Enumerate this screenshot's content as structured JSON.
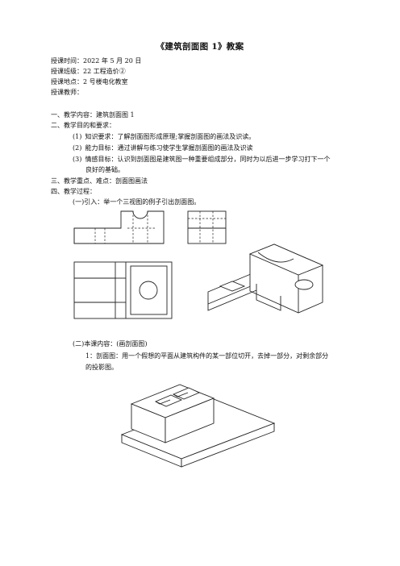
{
  "document": {
    "title": "《建筑剖面图 1》教案",
    "meta": [
      "授课时间：2022 年 5 月 20 日",
      "授课班级：22 工程造价②",
      "授课地点：2 号楼电化教室",
      "授课教师："
    ],
    "sections": {
      "s1": "一、教学内容：建筑剖面图 1",
      "s2": "二、教学目的和要求：",
      "goals": [
        {
          "num": "(1)",
          "text": "知识要求：了解剖面图形成原理;掌握剖面图的画法及识读。"
        },
        {
          "num": "(2)",
          "text": "能力目标：通过讲解与练习使学生掌握剖面图的画法及识读"
        },
        {
          "num": "(3)",
          "text": "情感目标：认识到剖面图是建筑图一种重要组成部分，同时为以后进一步学习打下一个"
        }
      ],
      "goal3_cont": "良好的基础。",
      "s3": "三、教学重点、难点：剖面图画法",
      "s4": "四、教学过程：",
      "intro": "(一)引入：举一个三视图的例子引出剖面图。",
      "content": "(二)本课内容：(画剖面图)",
      "point1": "1：剖面图：用一个假想的平面从建筑构件的某一部位切开，去掉一部分，对剩余部分",
      "point1_cont": "的投影图。"
    }
  }
}
